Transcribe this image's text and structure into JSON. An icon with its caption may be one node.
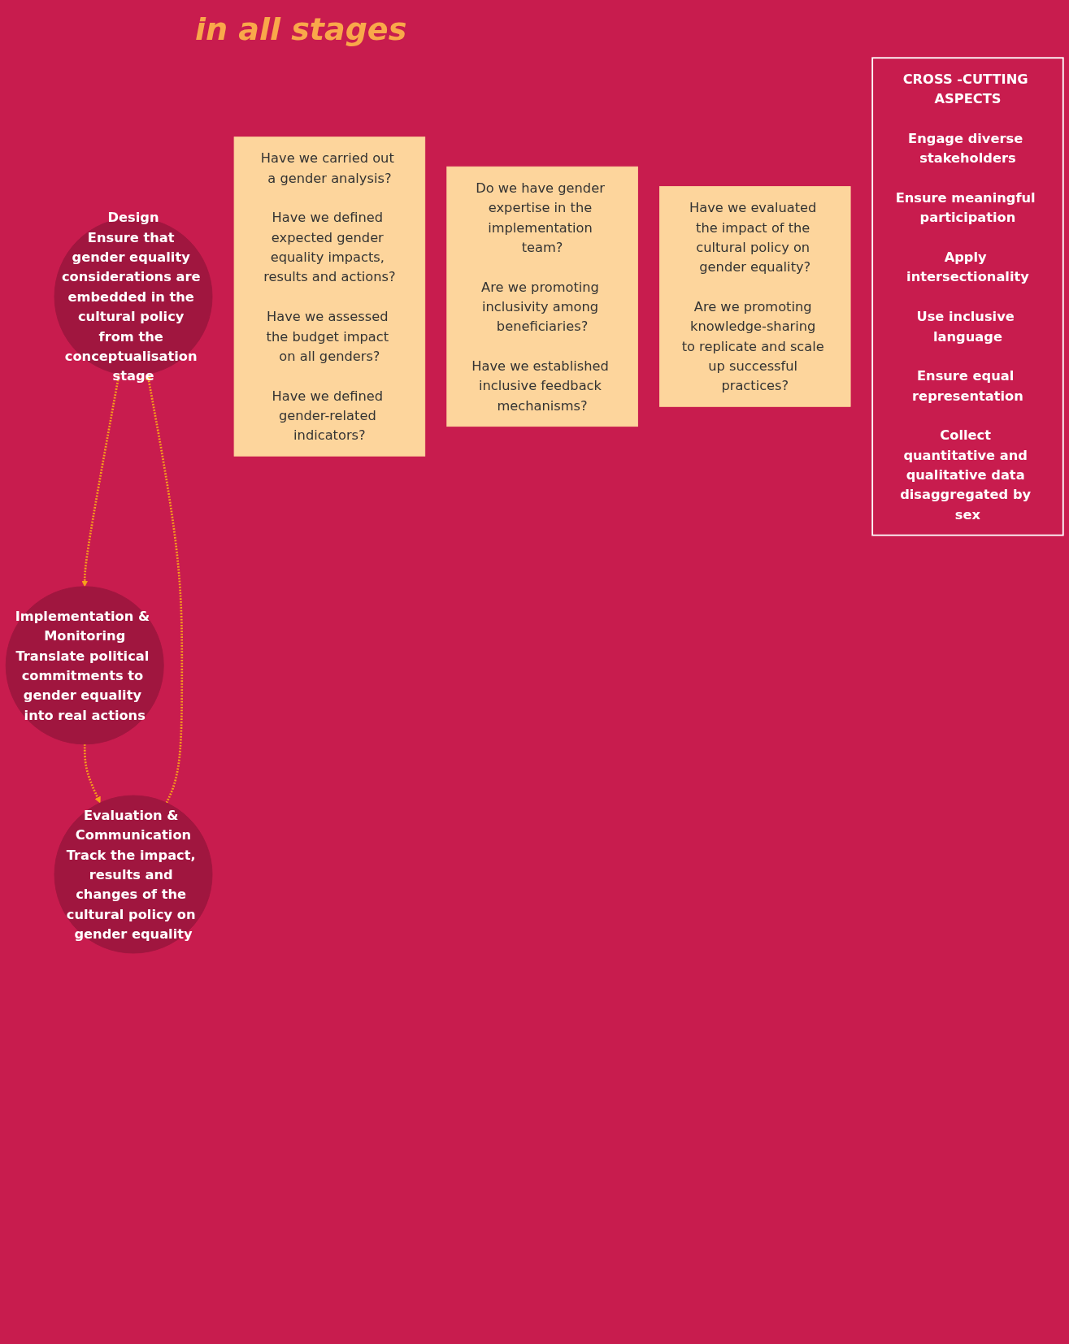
{
  "diagram": {
    "title": "in all stages",
    "nodes": [
      {
        "text": [
          "Design",
          "Ensure that gender equality considerations are embedded in the cultural policy from the conceptualisation stage"
        ]
      },
      {
        "text": [
          "Implementation & Monitoring",
          "Translate political commitments to gender equality into real actions"
        ]
      },
      {
        "text": [
          "Evaluation & Communication",
          "Track the impact, results and changes of the cultural policy on gender equality"
        ]
      },
      {
        "text": [
          "Have we carried out a gender analysis?",
          "Have we defined expected gender equality impacts, results and actions?",
          "Have we assessed the budget impact on all genders?",
          "Have we defined gender-related indicators?"
        ]
      },
      {
        "text": [
          "Do we have gender expertise in the implementation team?",
          "Are we promoting inclusivity among beneficiaries?",
          "Have we established inclusive feedback mechanisms?"
        ]
      },
      {
        "text": [
          "Have we evaluated the impact of the cultural policy on gender equality?",
          "Are we promoting knowledge-sharing to replicate and scale up successful practices?"
        ]
      },
      {
        "text": [
          "CROSS -CUTTING ASPECTS",
          "Engage diverse stakeholders",
          "Ensure meaningful participation",
          "Apply intersectionality",
          "Use inclusive language",
          "Ensure equal representation",
          "Collect quantitative and qualitative data disaggregated by sex"
        ]
      }
    ],
    "edges": [
      {
        "from": 0,
        "to": 1,
        "arrow": "to",
        "style": "dashed"
      },
      {
        "from": 1,
        "to": 2,
        "arrow": "to",
        "style": "dashed"
      },
      {
        "from": 2,
        "to": 0,
        "arrow": "to",
        "style": "dashed"
      }
    ]
  }
}
